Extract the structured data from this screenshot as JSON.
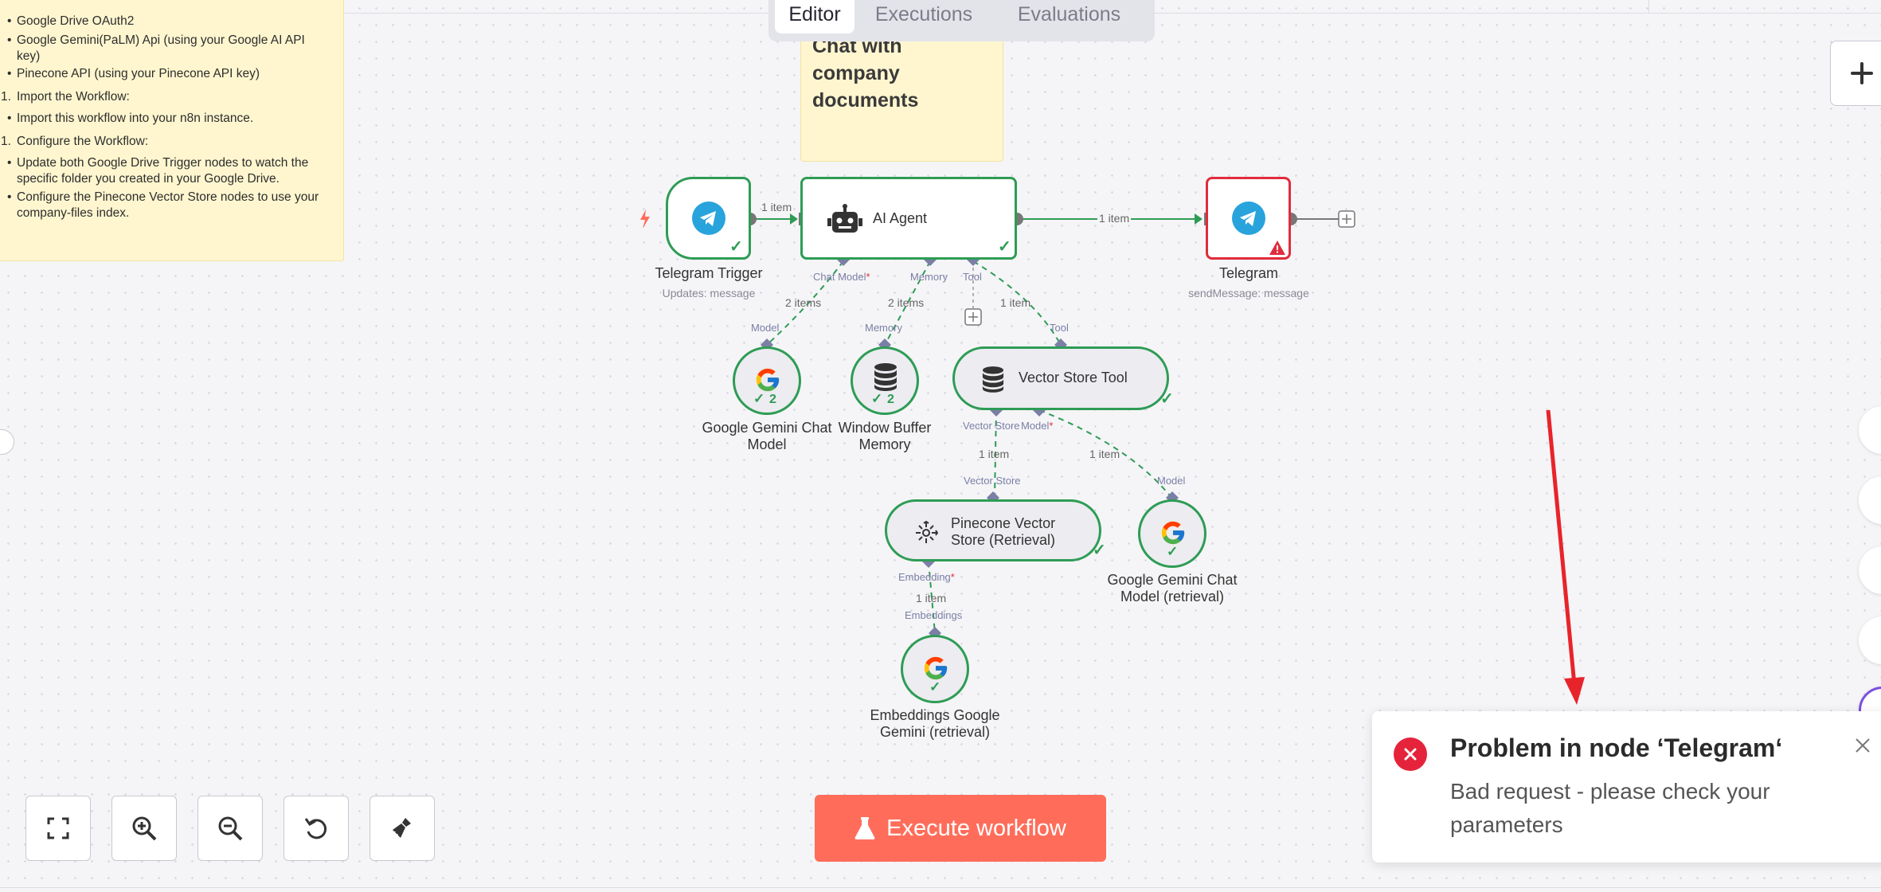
{
  "tabs": {
    "editor": "Editor",
    "executions": "Executions",
    "evaluations": "Evaluations"
  },
  "sticky_left": {
    "lines": [
      "Google Drive OAuth2",
      "Google Gemini(PaLM) Api (using your Google AI API",
      "key)",
      "Pinecone API (using your Pinecone API key)",
      "Import the Workflow:",
      "Import this workflow into your n8n instance.",
      "Configure the Workflow:",
      "Update both Google Drive Trigger nodes to watch the",
      "specific folder you created in your Google Drive.",
      "Configure the Pinecone Vector Store nodes to use your",
      "company-files index."
    ],
    "markers": [
      "•",
      "•",
      "",
      "•",
      "1.",
      "•",
      "1.",
      "•",
      "",
      "•",
      ""
    ]
  },
  "sticky_chat": {
    "title_lines": [
      "Chat with",
      "company",
      "documents"
    ]
  },
  "nodes": {
    "telegram_trigger": {
      "title": "Telegram Trigger",
      "subtitle": "Updates: message"
    },
    "ai_agent": {
      "title": "AI Agent"
    },
    "telegram": {
      "title": "Telegram",
      "subtitle": "sendMessage: message"
    },
    "gemini_chat": {
      "title_lines": [
        "Google Gemini Chat",
        "Model"
      ],
      "count": "2"
    },
    "window_memory": {
      "title_lines": [
        "Window Buffer",
        "Memory"
      ],
      "count": "2"
    },
    "vector_store_tool": {
      "title": "Vector Store Tool"
    },
    "pinecone": {
      "title_lines": [
        "Pinecone Vector",
        "Store (Retrieval)"
      ]
    },
    "gemini_retrieval": {
      "title_lines": [
        "Google Gemini Chat",
        "Model (retrieval)"
      ]
    },
    "embeddings": {
      "title_lines": [
        "Embeddings Google",
        "Gemini (retrieval)"
      ]
    }
  },
  "ports": {
    "chat_model": "Chat Model",
    "memory": "Memory",
    "tool": "Tool",
    "model": "Model",
    "vector_store": "Vector Store",
    "embedding": "Embedding",
    "embeddings": "Embeddings",
    "required_mark": "*"
  },
  "edges": {
    "one_item": "1 item",
    "two_items": "2 items"
  },
  "buttons": {
    "execute": "Execute workflow"
  },
  "toast": {
    "title": "Problem in node ‘Telegram‘",
    "message": "Bad request - please check your parameters"
  },
  "colors": {
    "success": "#2e9c55",
    "error": "#e02c3c",
    "accent": "#ff6d5a",
    "annotation": "#e8242b"
  }
}
